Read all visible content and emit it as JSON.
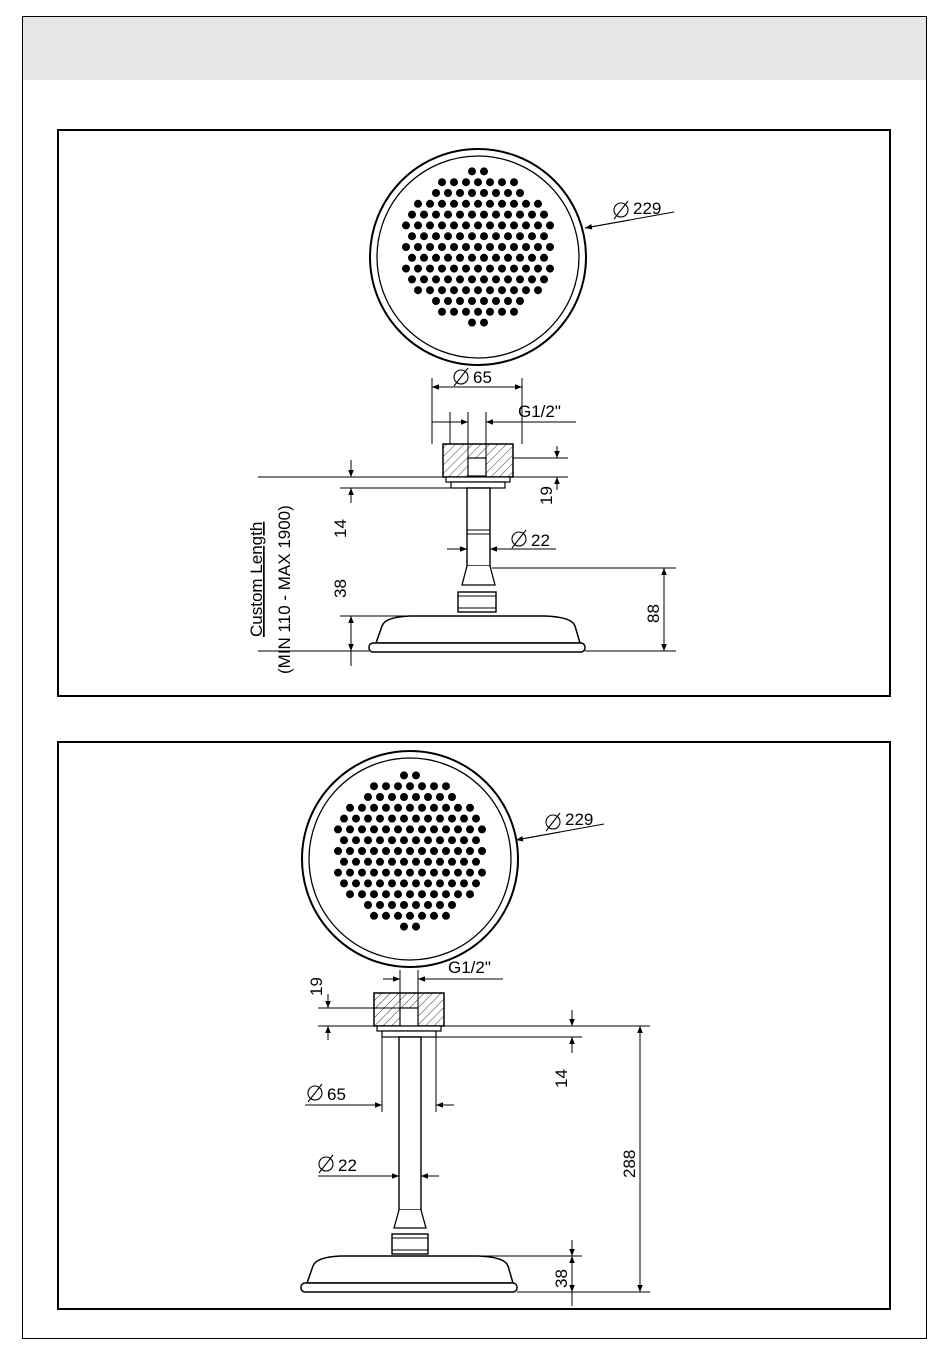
{
  "drawing_top": {
    "head_diameter": "229",
    "flange_diameter": "65",
    "thread": "G1/2\"",
    "flange_height": "19",
    "collar_height": "14",
    "pipe_diameter": "22",
    "head_height": "38",
    "overall_height": "88",
    "custom_length_title": "Custom Length",
    "custom_length_range": "(MIN 110 - MAX 1900)"
  },
  "drawing_bottom": {
    "head_diameter": "229",
    "thread": "G1/2\"",
    "flange_height": "19",
    "collar_height": "14",
    "flange_diameter": "65",
    "pipe_diameter": "22",
    "overall_height": "288",
    "head_height": "38"
  }
}
